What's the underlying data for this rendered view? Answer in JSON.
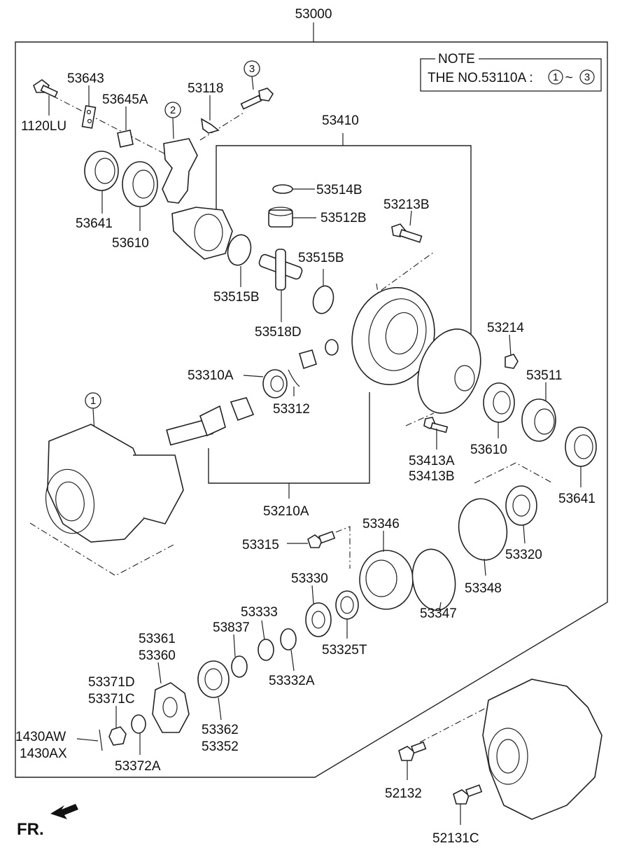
{
  "assembly_number": "53000",
  "note": {
    "title": "NOTE",
    "text_prefix": "THE NO.53110A :",
    "range_start": "1",
    "range_sep": "~",
    "range_end": "3"
  },
  "callouts": [
    "1",
    "2",
    "3"
  ],
  "direction": {
    "label": "FR."
  },
  "parts": [
    {
      "id": "p53643",
      "text": "53643"
    },
    {
      "id": "p53645A",
      "text": "53645A"
    },
    {
      "id": "p1120LU",
      "text": "1120LU"
    },
    {
      "id": "p53118",
      "text": "53118"
    },
    {
      "id": "p53641a",
      "text": "53641"
    },
    {
      "id": "p53610a",
      "text": "53610"
    },
    {
      "id": "p53410",
      "text": "53410"
    },
    {
      "id": "p53514B",
      "text": "53514B"
    },
    {
      "id": "p53512B",
      "text": "53512B"
    },
    {
      "id": "p53213B",
      "text": "53213B"
    },
    {
      "id": "p53515Ba",
      "text": "53515B"
    },
    {
      "id": "p53515Bb",
      "text": "53515B"
    },
    {
      "id": "p53518D",
      "text": "53518D"
    },
    {
      "id": "p53214",
      "text": "53214"
    },
    {
      "id": "p53310A",
      "text": "53310A"
    },
    {
      "id": "p53312",
      "text": "53312"
    },
    {
      "id": "p53511",
      "text": "53511"
    },
    {
      "id": "p53610b",
      "text": "53610"
    },
    {
      "id": "p53413A",
      "text": "53413A"
    },
    {
      "id": "p53413B",
      "text": "53413B"
    },
    {
      "id": "p53641b",
      "text": "53641"
    },
    {
      "id": "p53210A",
      "text": "53210A"
    },
    {
      "id": "p53346",
      "text": "53346"
    },
    {
      "id": "p53315",
      "text": "53315"
    },
    {
      "id": "p53320",
      "text": "53320"
    },
    {
      "id": "p53330",
      "text": "53330"
    },
    {
      "id": "p53348",
      "text": "53348"
    },
    {
      "id": "p53347",
      "text": "53347"
    },
    {
      "id": "p53333",
      "text": "53333"
    },
    {
      "id": "p53837",
      "text": "53837"
    },
    {
      "id": "p53325T",
      "text": "53325T"
    },
    {
      "id": "p53361",
      "text": "53361"
    },
    {
      "id": "p53360",
      "text": "53360"
    },
    {
      "id": "p53332A",
      "text": "53332A"
    },
    {
      "id": "p53371D",
      "text": "53371D"
    },
    {
      "id": "p53371C",
      "text": "53371C"
    },
    {
      "id": "p53362",
      "text": "53362"
    },
    {
      "id": "p53352",
      "text": "53352"
    },
    {
      "id": "p1430AW",
      "text": "1430AW"
    },
    {
      "id": "p1430AX",
      "text": "1430AX"
    },
    {
      "id": "p53372A",
      "text": "53372A"
    },
    {
      "id": "p52132",
      "text": "52132"
    },
    {
      "id": "p52131C",
      "text": "52131C"
    }
  ]
}
